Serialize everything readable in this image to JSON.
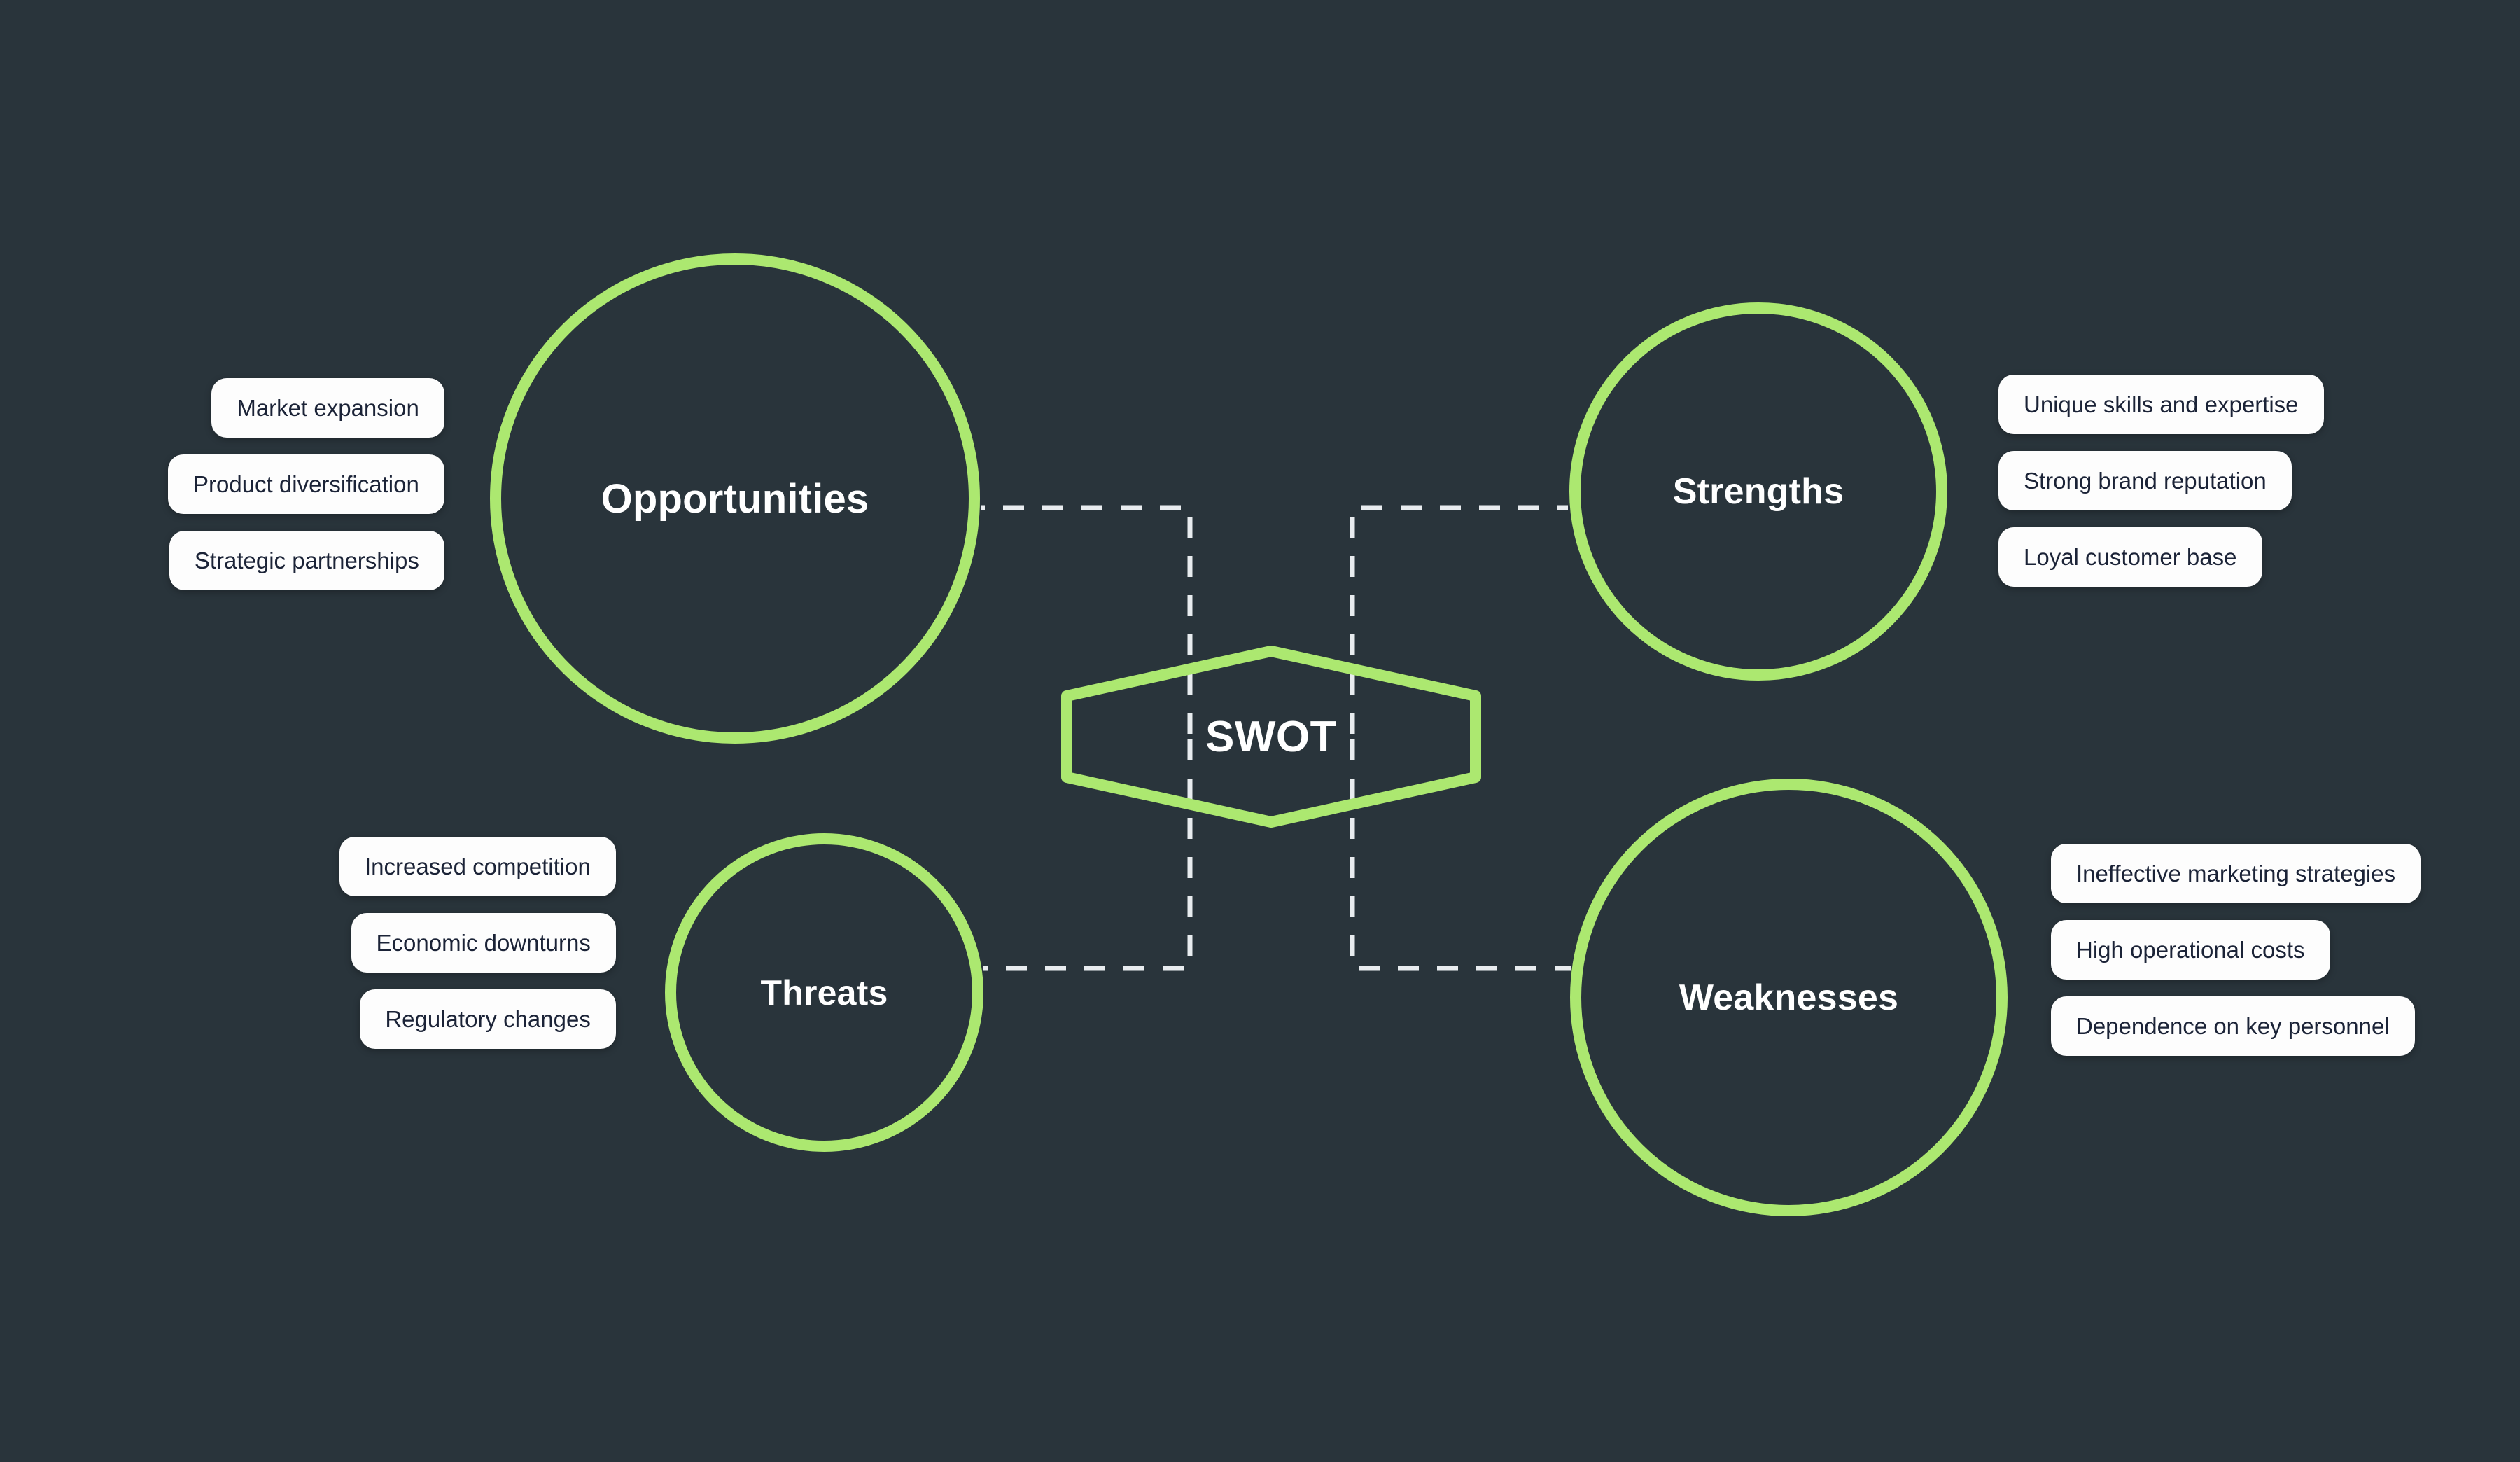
{
  "diagram": {
    "type": "swot-mindmap",
    "background_color": "#29343b",
    "accent_color": "#ace870",
    "pill_background": "#fdfdfd",
    "pill_text_color": "#1b2337",
    "connector_color": "#e8ecef",
    "center": {
      "label": "SWOT",
      "shape": "hexagon"
    },
    "nodes": {
      "opportunities": {
        "label": "Opportunities",
        "items": [
          "Market expansion",
          "Product diversification",
          "Strategic partnerships"
        ]
      },
      "strengths": {
        "label": "Strengths",
        "items": [
          "Unique skills and expertise",
          "Strong brand reputation",
          "Loyal customer base"
        ]
      },
      "threats": {
        "label": "Threats",
        "items": [
          "Increased competition",
          "Economic downturns",
          "Regulatory changes"
        ]
      },
      "weaknesses": {
        "label": "Weaknesses",
        "items": [
          "Ineffective marketing strategies",
          "High operational costs",
          "Dependence on key personnel"
        ]
      }
    }
  }
}
